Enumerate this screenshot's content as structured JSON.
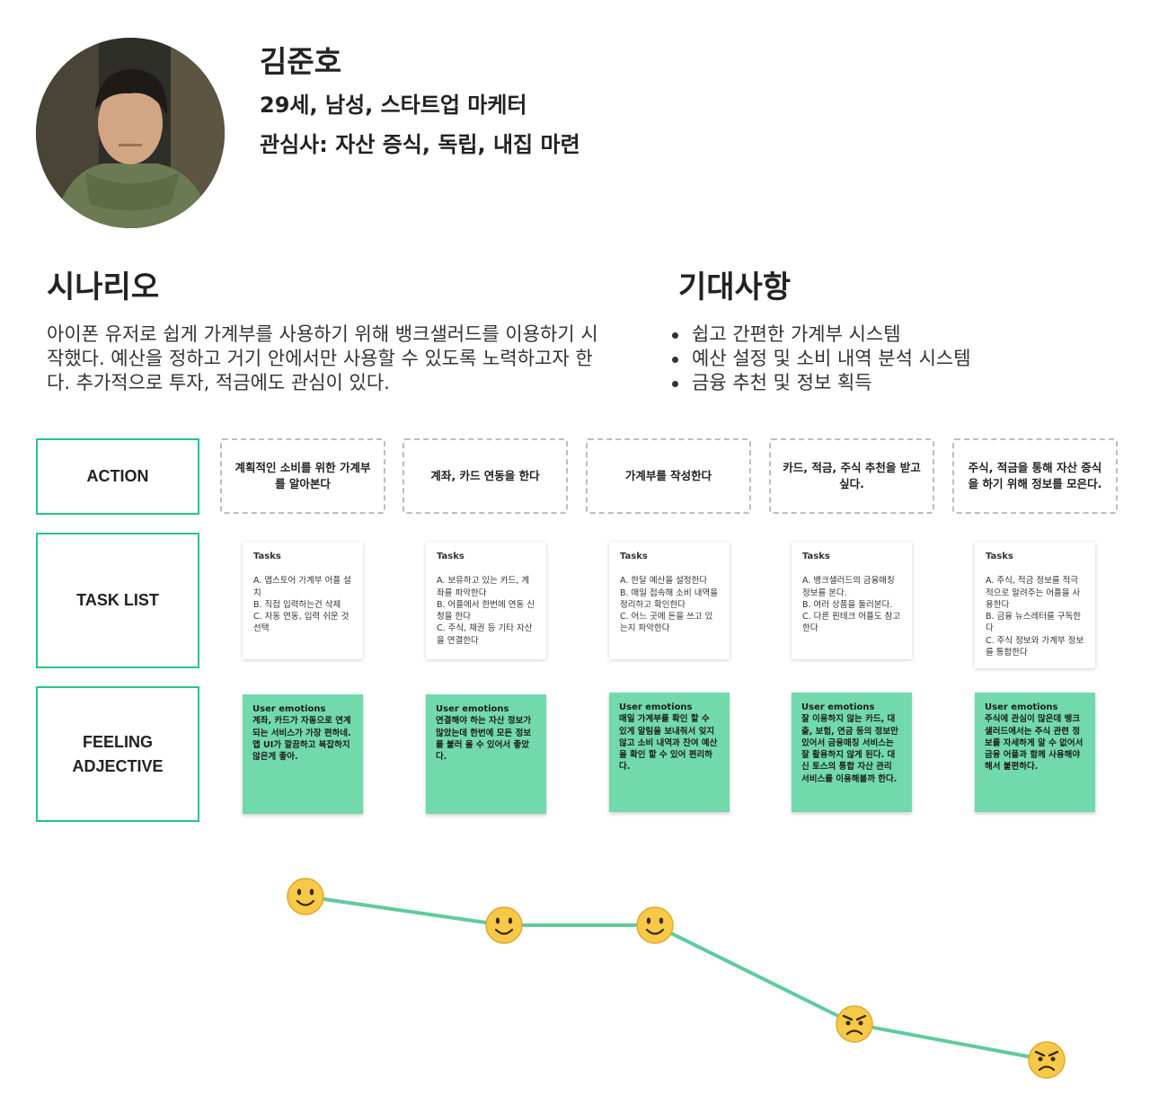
{
  "profile": {
    "name": "김준호",
    "info": "29세, 남성, 스타트업 마케터",
    "interests": "관심사: 자산 증식, 독립, 내집 마련"
  },
  "scenario": {
    "title": "시나리오",
    "text": "아이폰 유저로 쉽게 가계부를 사용하기 위해 뱅크샐러드를 이용하기 시작했다. 예산을 정하고 거기 안에서만 사용할 수 있도록 노력하고자 한다. 추가적으로 투자, 적금에도 관심이 있다."
  },
  "expectations": {
    "title": "기대사항",
    "items": [
      "쉽고 간편한 가계부 시스템",
      "예산 설정 및 소비 내역 분석 시스템",
      "금융 추천 및 정보 획득"
    ]
  },
  "rows": {
    "action": "ACTION",
    "task_list": "TASK LIST",
    "feeling": "FEELING ADJECTIVE"
  },
  "actions": [
    "계획적인 소비를 위한 가계부를 알아본다",
    "계좌, 카드 연동을 한다",
    "가계부를 작성한다",
    "카드, 적금, 주식 추천을 받고 싶다.",
    "주식, 적금을 통해 자산 증식을 하기 위해 정보를 모은다."
  ],
  "tasks_title": "Tasks",
  "tasks": [
    "A. 앱스토어 가계부 어플 설치\nB. 직접 입력하는건 삭제\nC. 자동 연동, 입력 쉬운 것 선택",
    "A. 보유하고 있는 카드, 계좌를 파악한다\nB. 어플에서 한번에 연동 신청을 한다\nC. 주식, 채권 등 기타 자산을 연결한다",
    "A. 한달 예산을 설정한다\nB. 매일 접속해 소비 내역을 정리하고 확인한다\nC. 어느 곳에 돈을 쓰고 있는지 파악한다",
    "A. 뱅크샐러드의 금융매칭 정보를 본다.\nB. 여러 상품을 둘러본다.\nC. 다른 핀테크 어플도 참고한다",
    "A. 주식, 적금 정보를 적극적으로 알려주는 어플을 사용한다\nB. 금융 뉴스레터를 구독한다\nC. 주식 정보와 가계부 정보를 통합한다"
  ],
  "emotions_title": "User emotions",
  "emotions": [
    "계좌, 카드가 자동으로 연계되는 서비스가 가장 편하네. 앱 UI가 깔끔하고 복잡하지 않은게 좋아.",
    "연결해야 하는 자산 정보가 많았는데  한번에 모든 정보를 불러 올 수 있어서 좋았다.",
    "매일 가계부를 확인 할 수 있게 알림을 보내줘서 잊지 않고 소비 내역과 잔여 예산을 확인 할 수 있어 편리하다.",
    "잘 이용하지 않는 카드, 대출, 보험, 연금 등의 정보만 있어서 금융매칭 서비스는 잘 활용하지 않게 된다. 대신 토스의 통합 자산 관리 서비스를 이용해볼까 한다.",
    "주식에 관심이 많은데 뱅크샐러드에서는 주식 관련 정보를 자세하게 알 수 없어서 금융 어플과 함께 사용해야해서 불편하다."
  ],
  "journey": {
    "moods": [
      "happy",
      "happy",
      "happy",
      "angry",
      "angry"
    ],
    "colors": {
      "line": "#5ecb9d",
      "face": "#f7c948",
      "face_stroke": "#e0a82c",
      "feature": "#3a2a10"
    }
  },
  "colors": {
    "accent_green": "#24c883",
    "emotion_card": "#72d9ad"
  }
}
